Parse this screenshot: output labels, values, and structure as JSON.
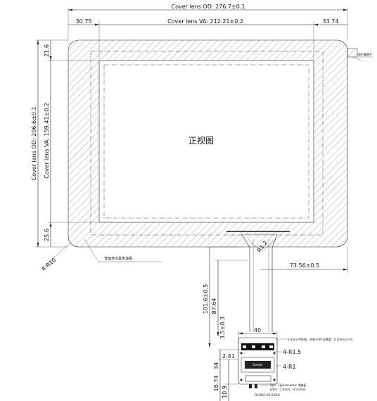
{
  "title": "正视图",
  "dims": {
    "cover_od_w": "Cover lens OD: 276.7±0.1",
    "cover_va_w": "Cover lens VA: 212.21±0.2",
    "left_margin": "30.75",
    "right_margin": "33.74",
    "cover_od_h": "Cover lens OD: 206.6±0.1",
    "cover_va_h": "Cover lens VA: 159.41±0.2",
    "top_margin": "21.6",
    "bottom_margin": "25.6",
    "corner_r10": "4-R10",
    "fpc_offset": "73.56±0.5",
    "fpc_len_total": "101.6±0.5",
    "fpc_len_inner": "87.64",
    "fpc_width": "40",
    "fpc_stiff": "3.5±0.3",
    "r15": "4-R1.5",
    "r1": "4-R1",
    "d241": "2.41",
    "d34": "34",
    "d1674": "16.74",
    "d109": "10.9",
    "bend_r": "R1.2"
  },
  "notes": {
    "silkscreen": "背面丝印黑色油墨",
    "corner_tag": "保护膜撕手",
    "fpc_note": "0.1mm PI补强，补强+FPC总厚度：0.2mm±0.03",
    "chip_label": "Goodix",
    "conn_note_1": "6pin 下接connector 电路板",
    "conn_note_2": "pitch：1.0mm，H:3.0mm",
    "conn_note_3": "FH19SC-6S-0.5SH"
  }
}
